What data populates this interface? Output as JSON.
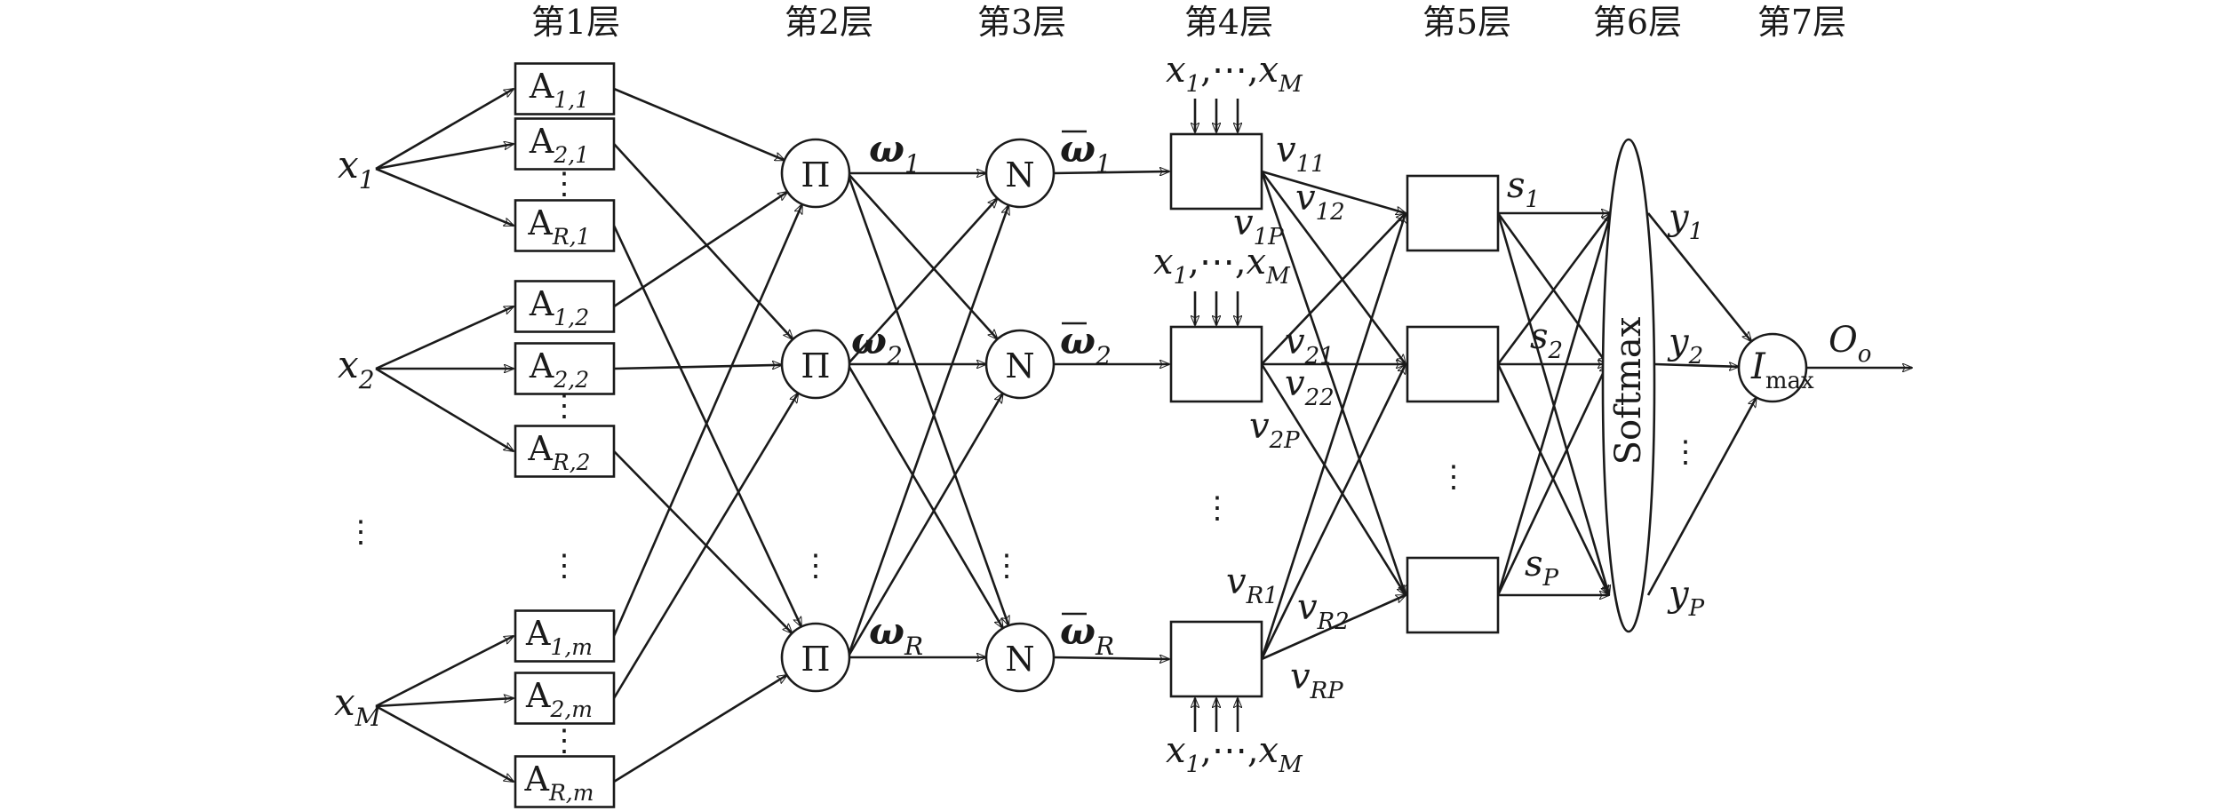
{
  "layers": [
    "第1层",
    "第2层",
    "第3层",
    "第4层",
    "第5层",
    "第6层",
    "第7层"
  ],
  "inputs": [
    {
      "base": "x",
      "sub": "1"
    },
    {
      "base": "x",
      "sub": "2"
    },
    {
      "base": "x",
      "sub": "M"
    }
  ],
  "membership": [
    {
      "base": "A",
      "sub": "1,1"
    },
    {
      "base": "A",
      "sub": "2,1"
    },
    {
      "base": "A",
      "sub": "R,1"
    },
    {
      "base": "A",
      "sub": "1,2"
    },
    {
      "base": "A",
      "sub": "2,2"
    },
    {
      "base": "A",
      "sub": "R,2"
    },
    {
      "base": "A",
      "sub": "1,m"
    },
    {
      "base": "A",
      "sub": "2,m"
    },
    {
      "base": "A",
      "sub": "R,m"
    }
  ],
  "product_symbol": "Π",
  "norm_symbol": "N",
  "weights": [
    {
      "base": "ω",
      "sub": "1"
    },
    {
      "base": "ω",
      "sub": "2"
    },
    {
      "base": "ω",
      "sub": "R"
    }
  ],
  "norm_weights": [
    {
      "base": "ω",
      "sub": "1"
    },
    {
      "base": "ω",
      "sub": "2"
    },
    {
      "base": "ω",
      "sub": "R"
    }
  ],
  "layer4_inputs": "x1,⋯,xM",
  "layer4_inputs_parts": {
    "x1": {
      "base": "x",
      "sub": "1"
    },
    "sep": ",⋯,",
    "xM": {
      "base": "x",
      "sub": "M"
    }
  },
  "v_labels": [
    {
      "base": "v",
      "sub": "11"
    },
    {
      "base": "v",
      "sub": "12"
    },
    {
      "base": "v",
      "sub": "1P"
    },
    {
      "base": "v",
      "sub": "21"
    },
    {
      "base": "v",
      "sub": "22"
    },
    {
      "base": "v",
      "sub": "2P"
    },
    {
      "base": "v",
      "sub": "R1"
    },
    {
      "base": "v",
      "sub": "R2"
    },
    {
      "base": "v",
      "sub": "RP"
    }
  ],
  "s_labels": [
    {
      "base": "s",
      "sub": "1"
    },
    {
      "base": "s",
      "sub": "2"
    },
    {
      "base": "s",
      "sub": "P"
    }
  ],
  "softmax_label": "Softmax",
  "y_labels": [
    {
      "base": "y",
      "sub": "1"
    },
    {
      "base": "y",
      "sub": "2"
    },
    {
      "base": "y",
      "sub": "P"
    }
  ],
  "imax": {
    "base": "I",
    "sub": "max"
  },
  "output": {
    "base": "O",
    "sub": "o"
  },
  "ellipsis": "⋮"
}
